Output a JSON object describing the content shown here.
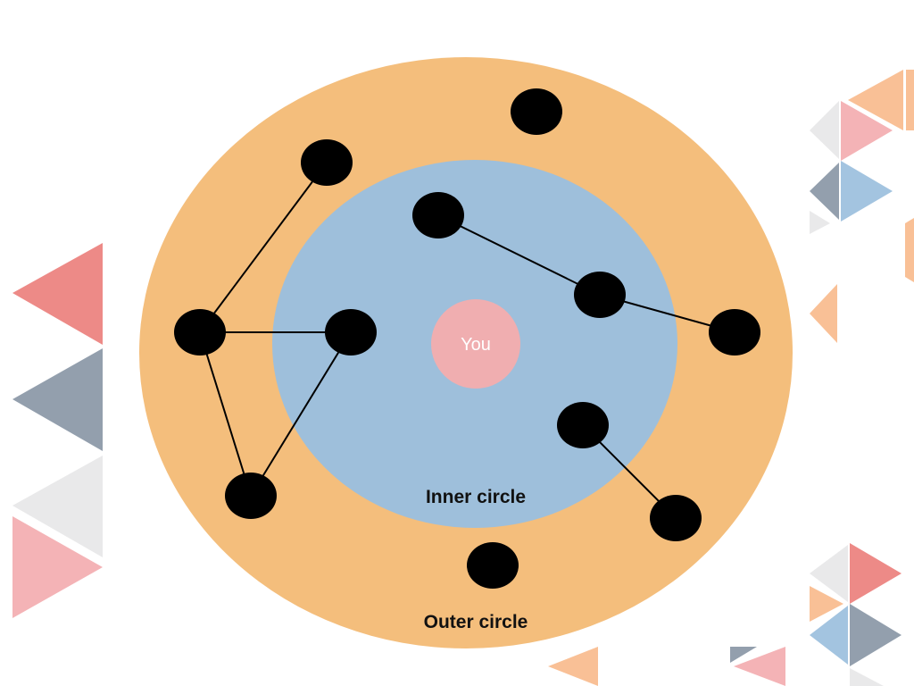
{
  "diagram": {
    "labels": {
      "center": "You",
      "inner": "Inner circle",
      "outer": "Outer circle"
    },
    "colors": {
      "outer": "#f4be7c",
      "inner": "#9ebfdb",
      "center": "#f0aeb0",
      "node": "#000000",
      "edge": "#000000",
      "deco_red": "#ed8a87",
      "deco_slate": "#939fad",
      "deco_light": "#e9e9ea",
      "deco_pink": "#f4b3b6",
      "deco_peach": "#f9c096",
      "deco_blue": "#a3c4e0"
    },
    "nodes": [
      {
        "id": "n1",
        "region": "outer"
      },
      {
        "id": "n2",
        "region": "outer"
      },
      {
        "id": "n3",
        "region": "inner"
      },
      {
        "id": "n4",
        "region": "outer"
      },
      {
        "id": "n5",
        "region": "inner"
      },
      {
        "id": "n6",
        "region": "inner"
      },
      {
        "id": "n7",
        "region": "outer"
      },
      {
        "id": "n8",
        "region": "outer"
      },
      {
        "id": "n9",
        "region": "inner"
      },
      {
        "id": "n10",
        "region": "outer"
      },
      {
        "id": "n11",
        "region": "outer"
      }
    ],
    "edges": [
      [
        "n2",
        "n4"
      ],
      [
        "n4",
        "n5"
      ],
      [
        "n4",
        "n8"
      ],
      [
        "n5",
        "n8"
      ],
      [
        "n3",
        "n6"
      ],
      [
        "n6",
        "n7"
      ],
      [
        "n9",
        "n10"
      ]
    ]
  }
}
